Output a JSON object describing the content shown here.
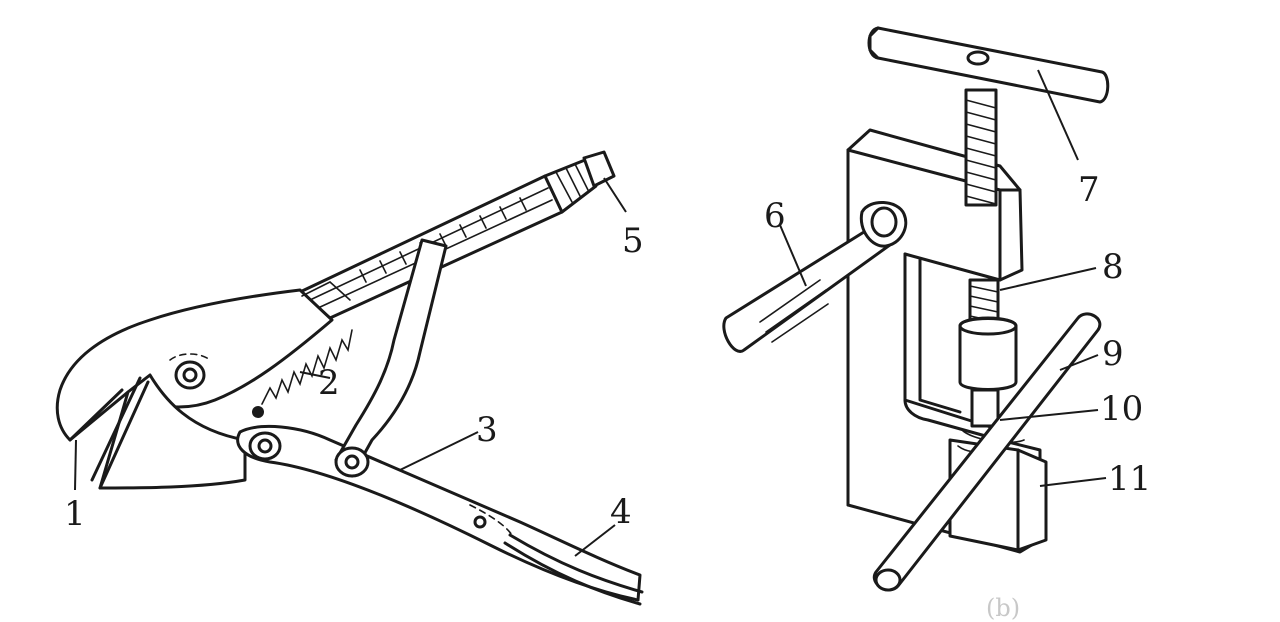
{
  "figure_left": {
    "labels": {
      "l1": "1",
      "l2": "2",
      "l3": "3",
      "l4": "4",
      "l5": "5"
    }
  },
  "figure_right": {
    "labels": {
      "l6": "6",
      "l7": "7",
      "l8": "8",
      "l9": "9",
      "l10": "10",
      "l11": "11"
    },
    "caption": "(b)"
  },
  "colors": {
    "ink": "#1a1a1a",
    "background": "#ffffff",
    "caption": "#c8c8c8"
  }
}
